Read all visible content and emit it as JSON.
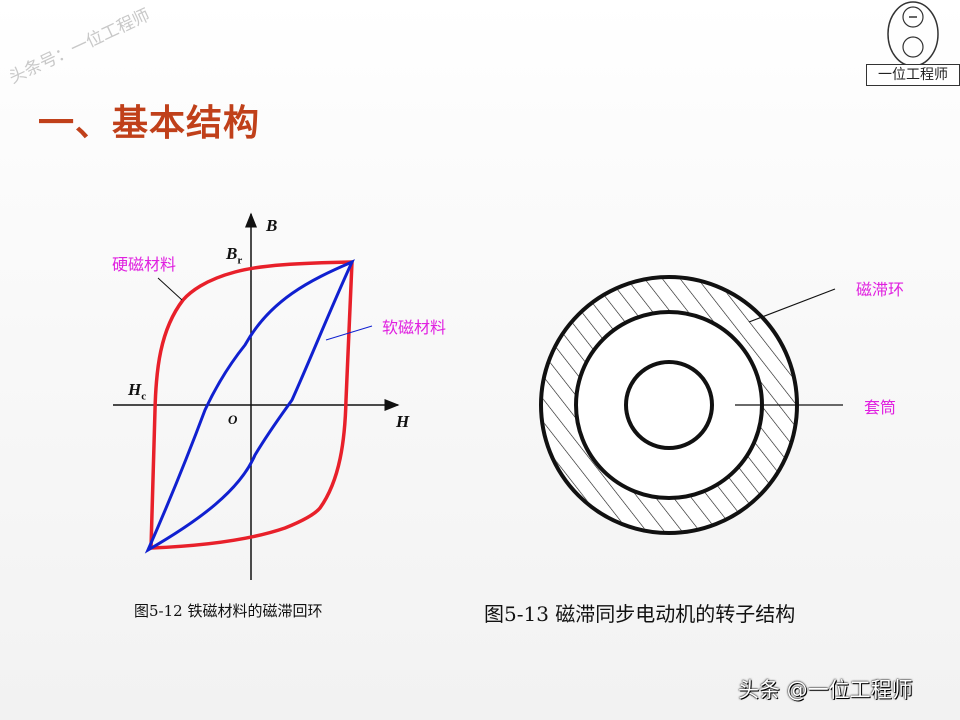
{
  "slide": {
    "title": "一、基本结构",
    "watermark": "头条号：一位工程师",
    "logo_text": "一位工程师",
    "footer": "头条 @一位工程师"
  },
  "figure_left": {
    "caption": "图5-12 铁磁材料的磁滞回环",
    "axis_y": "B",
    "axis_x": "H",
    "origin": "O",
    "br_label": "B",
    "br_sub": "r",
    "hc_label": "H",
    "hc_sub": "c",
    "hard_label": "硬磁材料",
    "soft_label": "软磁材料",
    "colors": {
      "hard": "#e8202a",
      "soft": "#1020d0",
      "label": "#e020e0"
    }
  },
  "figure_right": {
    "caption": "图5-13 磁滞同步电动机的转子结构",
    "ring_label": "磁滞环",
    "sleeve_label": "套筒"
  }
}
